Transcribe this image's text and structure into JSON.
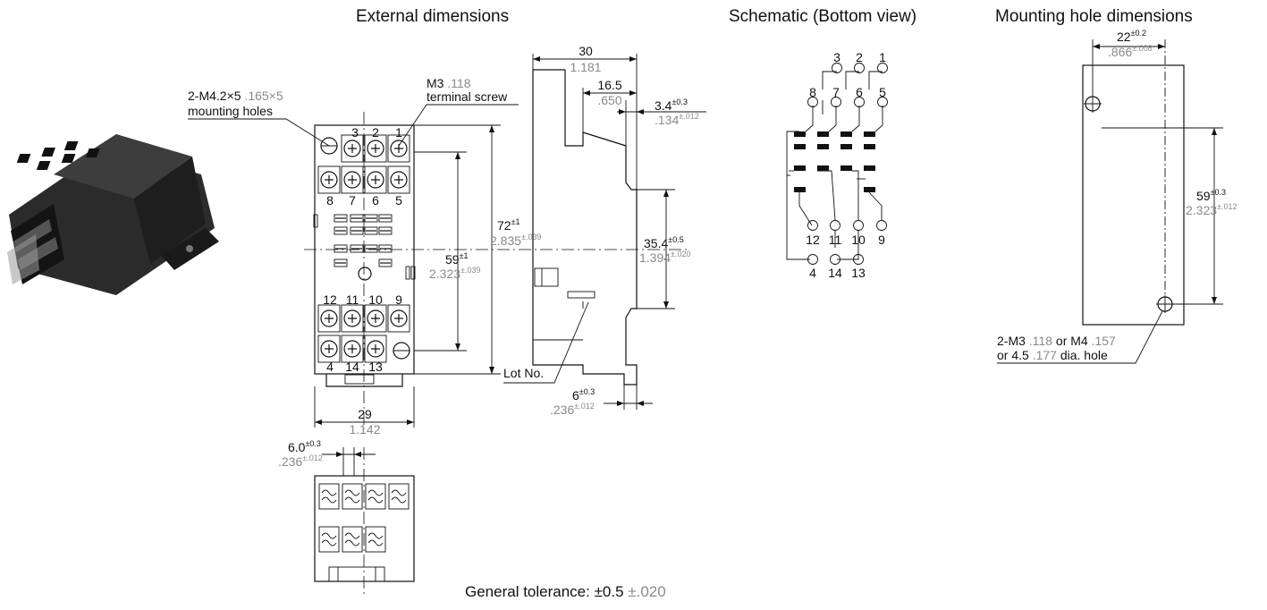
{
  "headings": {
    "external": "External dimensions",
    "schematic": "Schematic (Bottom view)",
    "mounting": "Mounting hole dimensions"
  },
  "callouts": {
    "mount_holes_1a": "2-M4.2×5 ",
    "mount_holes_1b": ".165×5",
    "mount_holes_2": "mounting holes",
    "screw_1a": "M3 ",
    "screw_1b": ".118",
    "screw_2": "terminal screw",
    "lot": "Lot No.",
    "hole_1a": "2-M3 ",
    "hole_1b": ".118",
    "hole_1c": " or M4 ",
    "hole_1d": ".157",
    "hole_2a": "or 4.5 ",
    "hole_2b": ".177",
    "hole_2c": " dia. hole"
  },
  "dims": {
    "d30": "30",
    "d30in": "1.181",
    "d165": "16.5",
    "d165in": ".650",
    "d34": "3.4",
    "d34tol": "±0.3",
    "d34in": ".134",
    "d34intol": "±.012",
    "d72": "72",
    "d72tol": "±1",
    "d72in": "2.835",
    "d72intol": "±.039",
    "d59": "59",
    "d59tol": "±1",
    "d59in": "2.323",
    "d59intol": "±.039",
    "d354": "35.4",
    "d354tol": "±0.5",
    "d354in": "1.394",
    "d354intol": "±.020",
    "d6": "6",
    "d6tol": "±0.3",
    "d6in": ".236",
    "d6intol": "±.012",
    "d29": "29",
    "d29in": "1.142",
    "d60": "6.0",
    "d60tol": "±0.3",
    "d60in": ".236",
    "d60intol": "±.012",
    "m22": "22",
    "m22tol": "±0.2",
    "m22in": ".866",
    "m22intol": "±.008",
    "m59": "59",
    "m59tol": "±0.3",
    "m59in": "2.323",
    "m59intol": "±.012"
  },
  "terminals": {
    "top": [
      "3",
      "2",
      "1"
    ],
    "second": [
      "8",
      "7",
      "6",
      "5"
    ],
    "lower": [
      "12",
      "11",
      "10",
      "9"
    ],
    "bottom": [
      "4",
      "14",
      "13"
    ]
  },
  "schematic_pins": {
    "top": [
      "3",
      "2",
      "1"
    ],
    "second": [
      "8",
      "7",
      "6",
      "5"
    ],
    "lower": [
      "12",
      "11",
      "10",
      "9"
    ],
    "bottom": [
      "4",
      "14",
      "13"
    ]
  },
  "footer": {
    "label": "General tolerance: ±0.5 ",
    "inch": "±.020"
  }
}
